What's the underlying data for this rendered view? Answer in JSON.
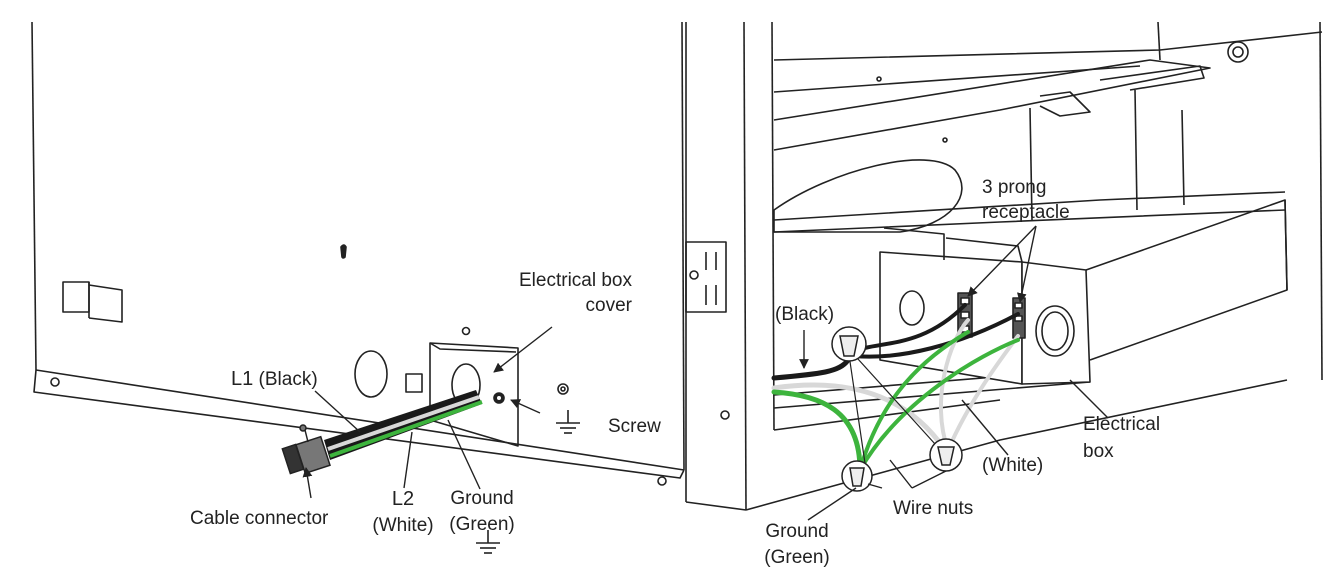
{
  "labels": {
    "electrical_box_cover_line1": "Electrical box",
    "electrical_box_cover_line2": "cover",
    "l1_prefix": "L1",
    "l1_black": "(Black)",
    "screw": "Screw",
    "cable_connector": "Cable connector",
    "l2_prefix": "L2",
    "l2_white": "(White)",
    "ground_left_line1": "Ground",
    "ground_left_line2": "(Green)",
    "three_prong_line1": "3 prong",
    "three_prong_line2": "receptacle",
    "black_right": "(Black)",
    "electrical_box_line1": "Electrical",
    "electrical_box_line2": "box",
    "white_right": "(White)",
    "wire_nuts": "Wire nuts",
    "ground_right_line1": "Ground",
    "ground_right_line2": "(Green)"
  },
  "colors": {
    "line": "#222222",
    "wire_black": "#1a1a1a",
    "wire_white": "#d8d8d8",
    "wire_green": "#3db43d",
    "panel_fill": "#ffffff"
  }
}
